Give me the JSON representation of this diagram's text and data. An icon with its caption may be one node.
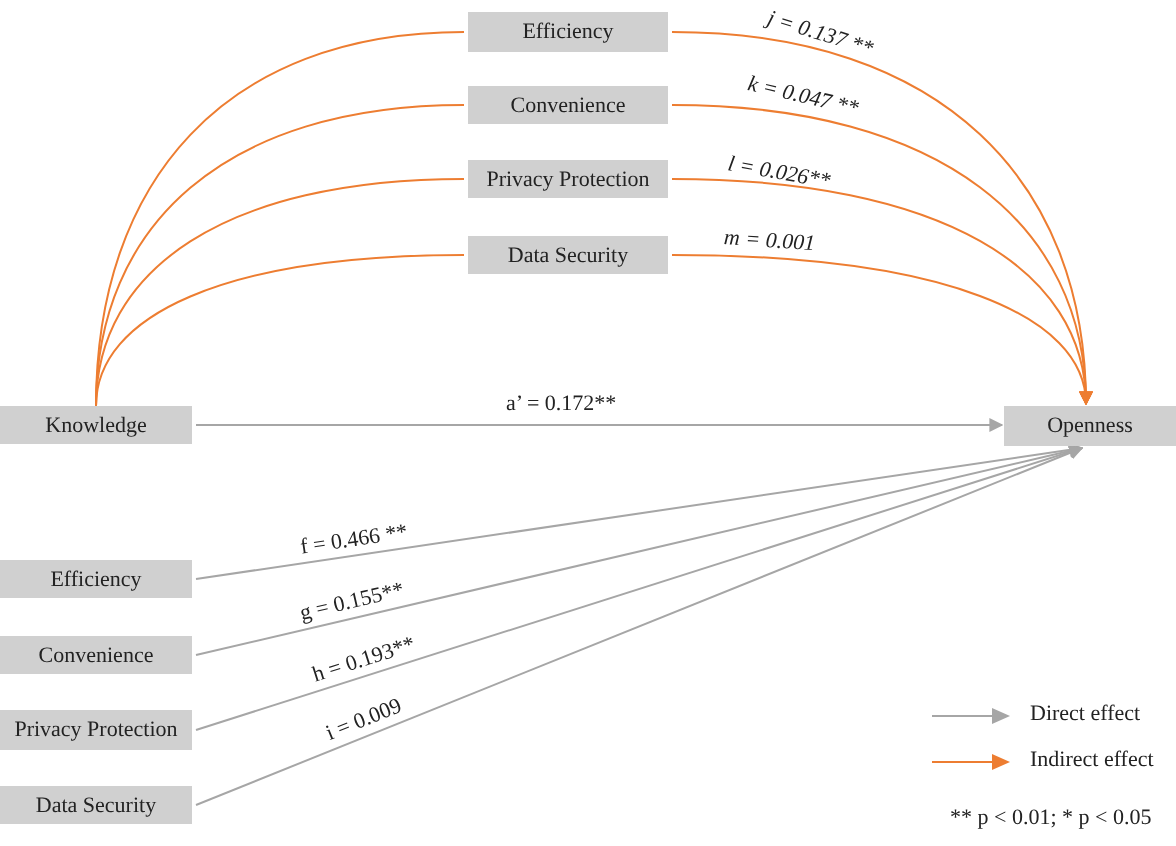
{
  "diagram": {
    "nodes": [
      {
        "text": [
          "Efficiency"
        ]
      },
      {
        "text": [
          "Convenience"
        ]
      },
      {
        "text": [
          "Privacy Protection"
        ]
      },
      {
        "text": [
          "Data Security"
        ]
      },
      {
        "text": [
          "Knowledge"
        ]
      },
      {
        "text": [
          "Openness"
        ]
      },
      {
        "text": [
          "Efficiency"
        ]
      },
      {
        "text": [
          "Convenience"
        ]
      },
      {
        "text": [
          "Privacy Protection"
        ]
      },
      {
        "text": [
          "Data Security"
        ]
      }
    ],
    "edges": [
      {
        "from": 4,
        "to": 0,
        "arrow": "none"
      },
      {
        "from": 4,
        "to": 1,
        "arrow": "none"
      },
      {
        "from": 4,
        "to": 2,
        "arrow": "none"
      },
      {
        "from": 4,
        "to": 3,
        "arrow": "none"
      },
      {
        "from": 0,
        "to": 5,
        "arrow": "to",
        "label": "j = 0.137 **"
      },
      {
        "from": 1,
        "to": 5,
        "arrow": "to",
        "label": "k = 0.047 **"
      },
      {
        "from": 2,
        "to": 5,
        "arrow": "to",
        "label": "l = 0.026**"
      },
      {
        "from": 3,
        "to": 5,
        "arrow": "to",
        "label": "m = 0.001"
      },
      {
        "from": 4,
        "to": 5,
        "arrow": "to",
        "label": "a’ = 0.172**",
        "color": "#a6a6a6"
      },
      {
        "from": 6,
        "to": 5,
        "arrow": "to",
        "label": "f = 0.466 **",
        "color": "#a6a6a6"
      },
      {
        "from": 7,
        "to": 5,
        "arrow": "to",
        "label": "g  = 0.155**",
        "color": "#a6a6a6"
      },
      {
        "from": 8,
        "to": 5,
        "arrow": "to",
        "label": "h = 0.193**",
        "color": "#a6a6a6"
      },
      {
        "from": 9,
        "to": 5,
        "arrow": "to",
        "label": "i = 0.009",
        "color": "#a6a6a6"
      }
    ],
    "labels": [
      "** p < 0.01; * p < 0.05"
    ],
    "legend": [
      {
        "text": "Direct effect"
      },
      {
        "text": "Indirect effect"
      }
    ]
  }
}
